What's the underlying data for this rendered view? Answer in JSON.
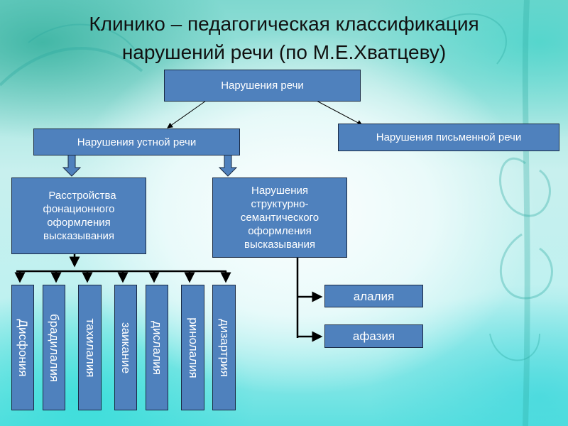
{
  "title": {
    "line1": "Клинико – педагогическая  классификация",
    "line2": "нарушений речи (по М.Е.Хватцеву)"
  },
  "colors": {
    "box_fill": "#4f81bd",
    "box_border": "#1a2a44",
    "box_text": "#ffffff",
    "connector": "#000000"
  },
  "diagram": {
    "root": "Нарушения речи",
    "oral": "Нарушения устной речи",
    "written": "Нарушения письменной речи",
    "phonation": [
      "Расстройства",
      "фонационного",
      "оформления",
      "высказывания"
    ],
    "structural": [
      "Нарушения",
      "структурно-",
      "семантического",
      "оформления",
      "высказывания"
    ],
    "phonation_types": [
      "Дисфония",
      "брадилалия",
      "тахилалия",
      "заикание",
      "дислалия",
      "ринолалия",
      "дизартрия"
    ],
    "structural_types": [
      "алалия",
      "афазия"
    ]
  }
}
